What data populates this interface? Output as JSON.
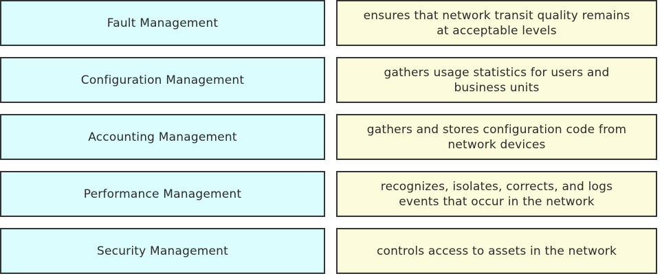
{
  "diagram": {
    "type": "matching-two-column",
    "colors": {
      "term_fill": "#dbfdfd",
      "definition_fill": "#fcfbdc",
      "border": "#333333",
      "text": "#2b2b2b",
      "background": "#ffffff"
    },
    "rows": [
      {
        "term": "Fault Management",
        "definition": "ensures that network transit quality remains\nat acceptable levels"
      },
      {
        "term": "Configuration Management",
        "definition": "gathers usage statistics for users and\nbusiness units"
      },
      {
        "term": "Accounting Management",
        "definition": "gathers and stores configuration code from\nnetwork devices"
      },
      {
        "term": "Performance Management",
        "definition": "recognizes, isolates, corrects, and logs\nevents that occur in the network"
      },
      {
        "term": "Security Management",
        "definition": "controls access to assets in the network"
      }
    ]
  }
}
